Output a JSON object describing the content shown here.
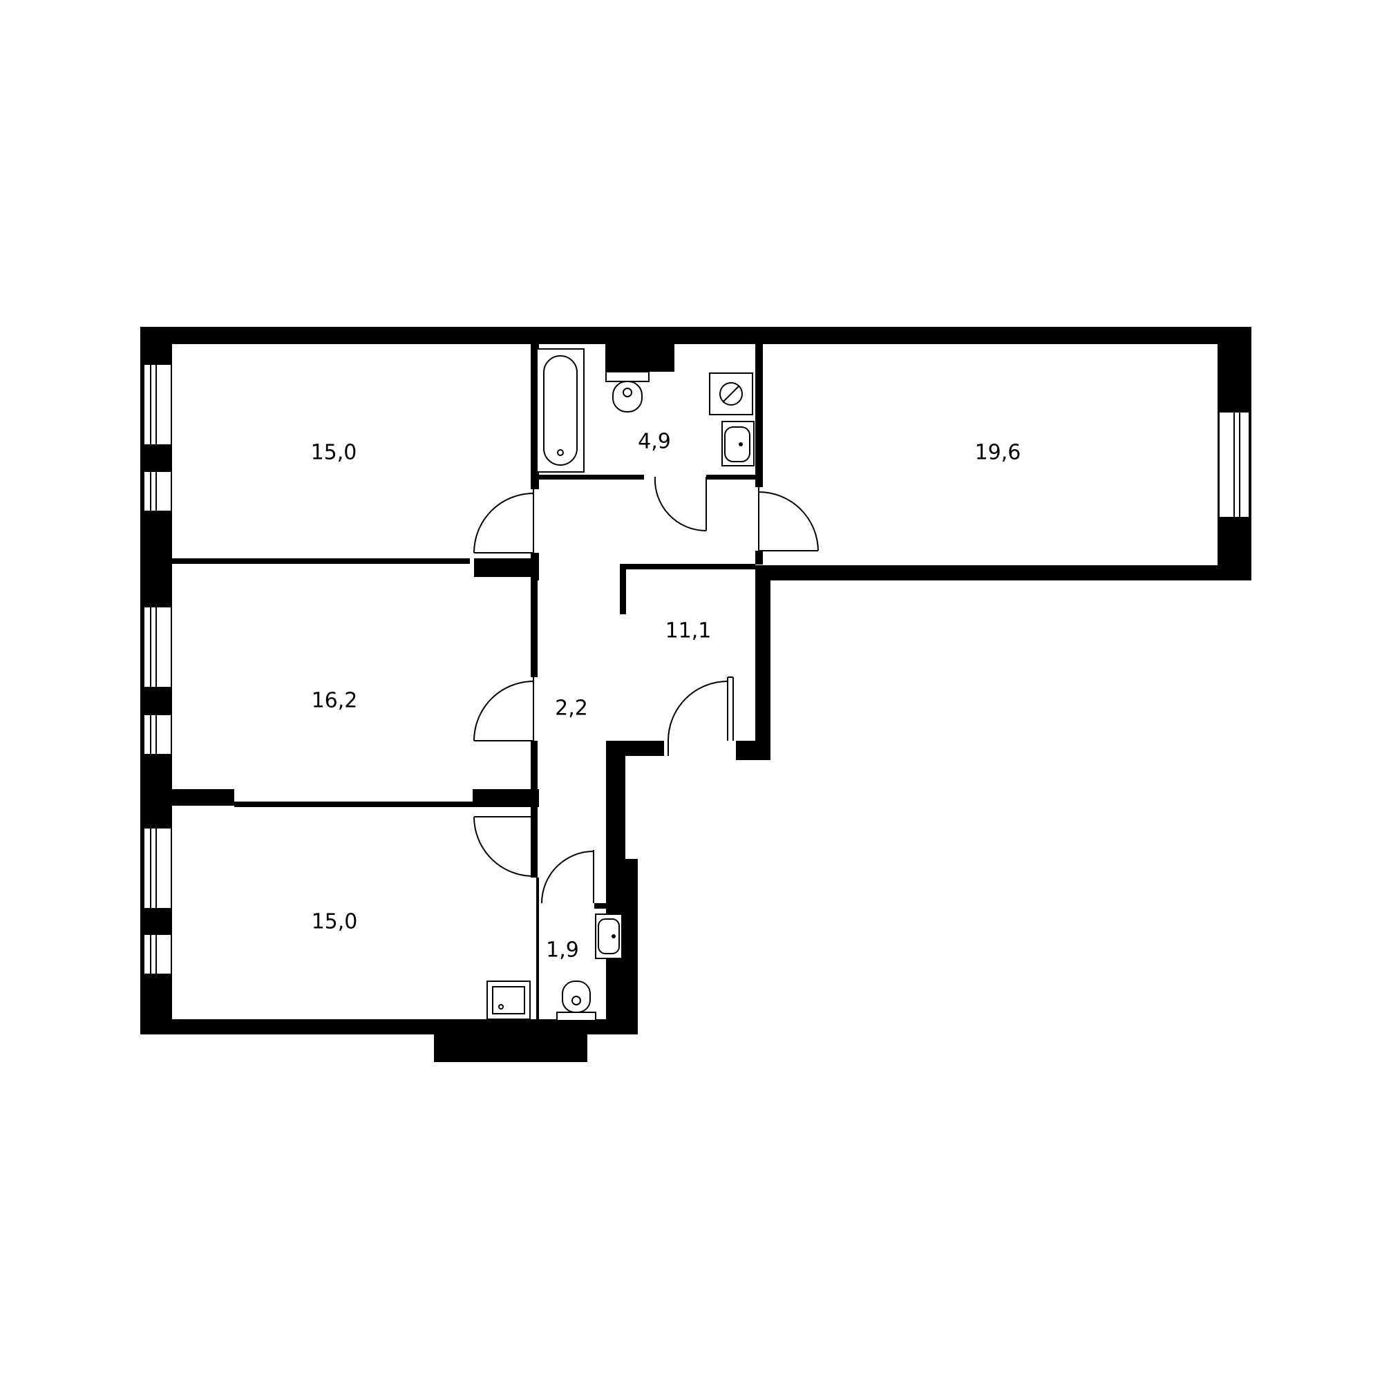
{
  "rooms": [
    {
      "id": "bedroom-1",
      "label": "15,0"
    },
    {
      "id": "bathroom",
      "label": "4,9"
    },
    {
      "id": "living-room",
      "label": "19,6"
    },
    {
      "id": "kitchen",
      "label": "11,1"
    },
    {
      "id": "bedroom-2",
      "label": "16,2"
    },
    {
      "id": "corridor",
      "label": "2,2"
    },
    {
      "id": "bedroom-3",
      "label": "15,0"
    },
    {
      "id": "toilet",
      "label": "1,9"
    }
  ],
  "fixtures": {
    "bathroom": [
      "bathtub-icon",
      "toilet-icon",
      "sink-icon",
      "washing-machine-icon"
    ],
    "toilet": [
      "sink-icon",
      "toilet-icon"
    ],
    "bedroom-3": [
      "shower-tray-icon"
    ]
  },
  "colors": {
    "walls": "#000000",
    "background": "#ffffff"
  }
}
